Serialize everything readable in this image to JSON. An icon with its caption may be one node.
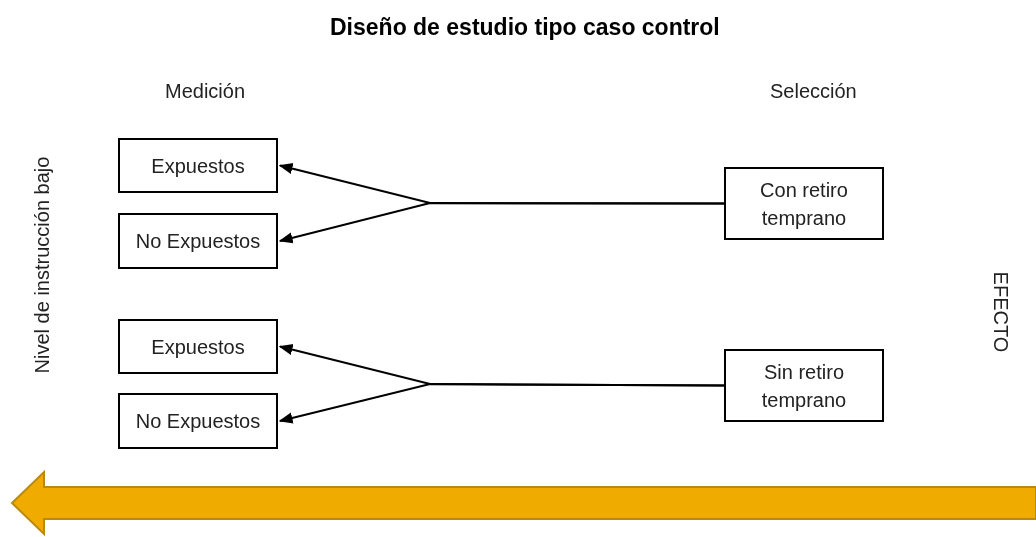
{
  "diagram": {
    "title": "Diseño de estudio tipo caso control",
    "nodes": [
      {
        "text": [
          "Expuestos"
        ]
      },
      {
        "text": [
          "No Expuestos"
        ]
      },
      {
        "text": [
          "Con retiro temprano"
        ]
      },
      {
        "text": [
          "Expuestos"
        ]
      },
      {
        "text": [
          "No Expuestos"
        ]
      },
      {
        "text": [
          "Sin retiro temprano"
        ]
      }
    ],
    "edges": [
      {
        "from": 2,
        "to": 0,
        "arrow": "to"
      },
      {
        "from": 2,
        "to": 1,
        "arrow": "to"
      },
      {
        "from": 5,
        "to": 3,
        "arrow": "to"
      },
      {
        "from": 5,
        "to": 4,
        "arrow": "to"
      }
    ],
    "labels": [
      "Medición",
      "Selección",
      "Nivel de instrucción bajo",
      "EFECTO"
    ]
  }
}
